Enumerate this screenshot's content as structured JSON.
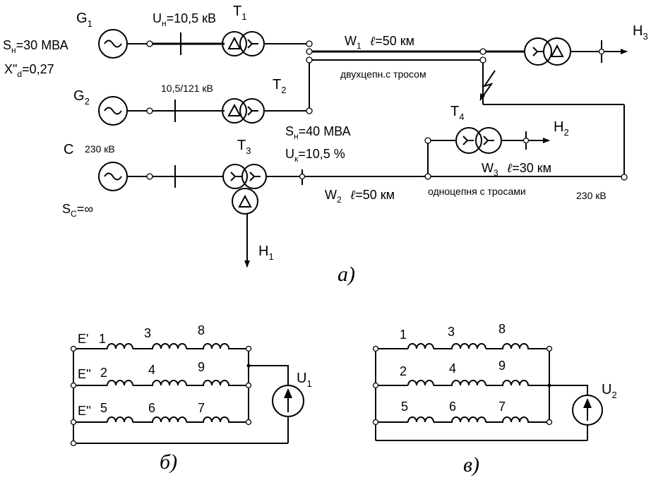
{
  "scheme_a": {
    "g1": {
      "label": "G",
      "sub": "1"
    },
    "g1_un": {
      "label": "U",
      "sub": "н",
      "value": "=10,5 кВ"
    },
    "g1_sn": {
      "label": "S",
      "sub": "н",
      "value": "=30 МВА"
    },
    "g1_xd": {
      "label": "X\"",
      "sub": "d",
      "value": "=0,27"
    },
    "t1": {
      "label": "T",
      "sub": "1"
    },
    "g2": {
      "label": "G",
      "sub": "2"
    },
    "g2_ratio": "10,5/121 кВ",
    "t2": {
      "label": "T",
      "sub": "2"
    },
    "w1": {
      "label": "W",
      "sub": "1",
      "len_sym": "ℓ",
      "len": "=50 км"
    },
    "w1_note": "двухцепн.с тросом",
    "h3": {
      "label": "H",
      "sub": "3"
    },
    "c": {
      "label": "C",
      "voltage": "230 кВ"
    },
    "sc": {
      "label": "S",
      "sub": "C",
      "value": "=∞"
    },
    "t3": {
      "label": "T",
      "sub": "3"
    },
    "t3_sn": {
      "label": "S",
      "sub": "н",
      "value": "=40 МВА"
    },
    "t3_uk": {
      "label": "U",
      "sub": "к",
      "value": "=10,5 %"
    },
    "t4": {
      "label": "T",
      "sub": "4"
    },
    "h2": {
      "label": "H",
      "sub": "2"
    },
    "w3": {
      "label": "W",
      "sub": "3",
      "len_sym": "ℓ",
      "len": "=30 км"
    },
    "w2": {
      "label": "W",
      "sub": "2",
      "len_sym": "ℓ",
      "len": "=50 км"
    },
    "w2_note": "одноцепня с тросами",
    "v230": "230 кВ",
    "h1": {
      "label": "H",
      "sub": "1"
    },
    "caption": "а)"
  },
  "scheme_b": {
    "e1": "E'",
    "e2": "E''",
    "e3": "E''",
    "row1": [
      "1",
      "3",
      "8"
    ],
    "row2": [
      "2",
      "4",
      "9"
    ],
    "row3": [
      "5",
      "6",
      "7"
    ],
    "source": {
      "label": "U",
      "sub": "1"
    },
    "caption": "б)"
  },
  "scheme_c": {
    "row1": [
      "1",
      "3",
      "8"
    ],
    "row2": [
      "2",
      "4",
      "9"
    ],
    "row3": [
      "5",
      "6",
      "7"
    ],
    "source": {
      "label": "U",
      "sub": "2"
    },
    "caption": "в)"
  }
}
